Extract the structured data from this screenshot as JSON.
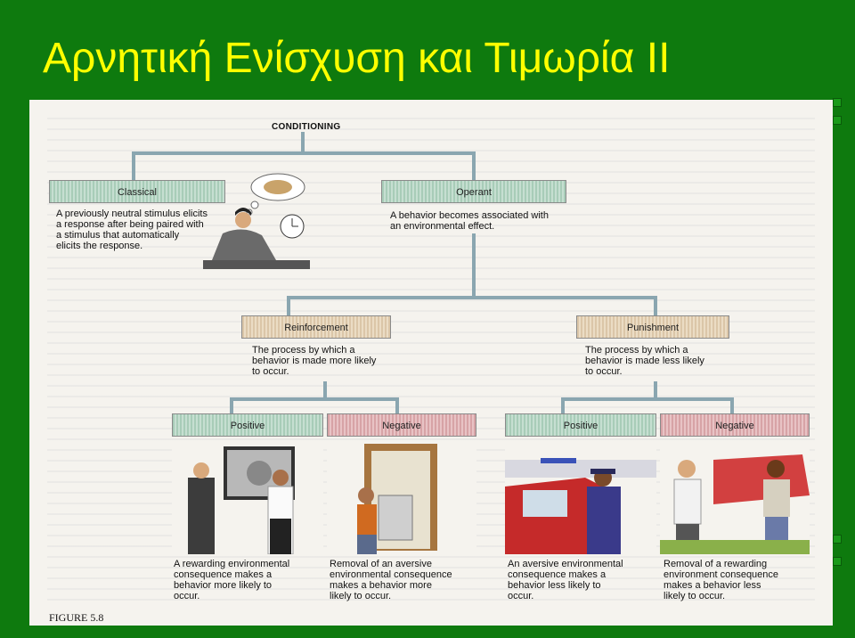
{
  "slide": {
    "title": "Αρνητική Ενίσχυση και Τιμωρία ΙΙ"
  },
  "diagram": {
    "root": "CONDITIONING",
    "classical": {
      "label": "Classical",
      "description": [
        "A previously neutral stimulus elicits",
        "a response after being paired with",
        "a stimulus that automatically",
        "elicits the response."
      ]
    },
    "operant": {
      "label": "Operant",
      "description": [
        "A behavior becomes associated with",
        "an environmental effect."
      ]
    },
    "reinforcement": {
      "label": "Reinforcement",
      "description": [
        "The process by which a",
        "behavior is made more likely",
        "to occur."
      ]
    },
    "punishment": {
      "label": "Punishment",
      "description": [
        "The process by which a",
        "behavior is made less likely",
        "to occur."
      ]
    },
    "leaves": [
      {
        "label": "Positive",
        "description": [
          "A rewarding environmental",
          "consequence makes a",
          "behavior more likely to",
          "occur."
        ]
      },
      {
        "label": "Negative",
        "description": [
          "Removal of an aversive",
          "environmental consequence",
          "makes a behavior more",
          "likely to occur."
        ]
      },
      {
        "label": "Positive",
        "description": [
          "An aversive environmental",
          "consequence makes a",
          "behavior less likely to",
          "occur."
        ]
      },
      {
        "label": "Negative",
        "description": [
          "Removal of a rewarding",
          "environment consequence",
          "makes a behavior less",
          "likely to occur."
        ]
      }
    ],
    "figure_label": "FIGURE 5.8"
  },
  "colors": {
    "background": "#0e7a0e",
    "title": "#ffff00",
    "classical_operant": "#b6d6c4",
    "reinforce_punish": "#e3d1b6",
    "positive": "#b6d6c4",
    "negative": "#e0b5b7"
  }
}
